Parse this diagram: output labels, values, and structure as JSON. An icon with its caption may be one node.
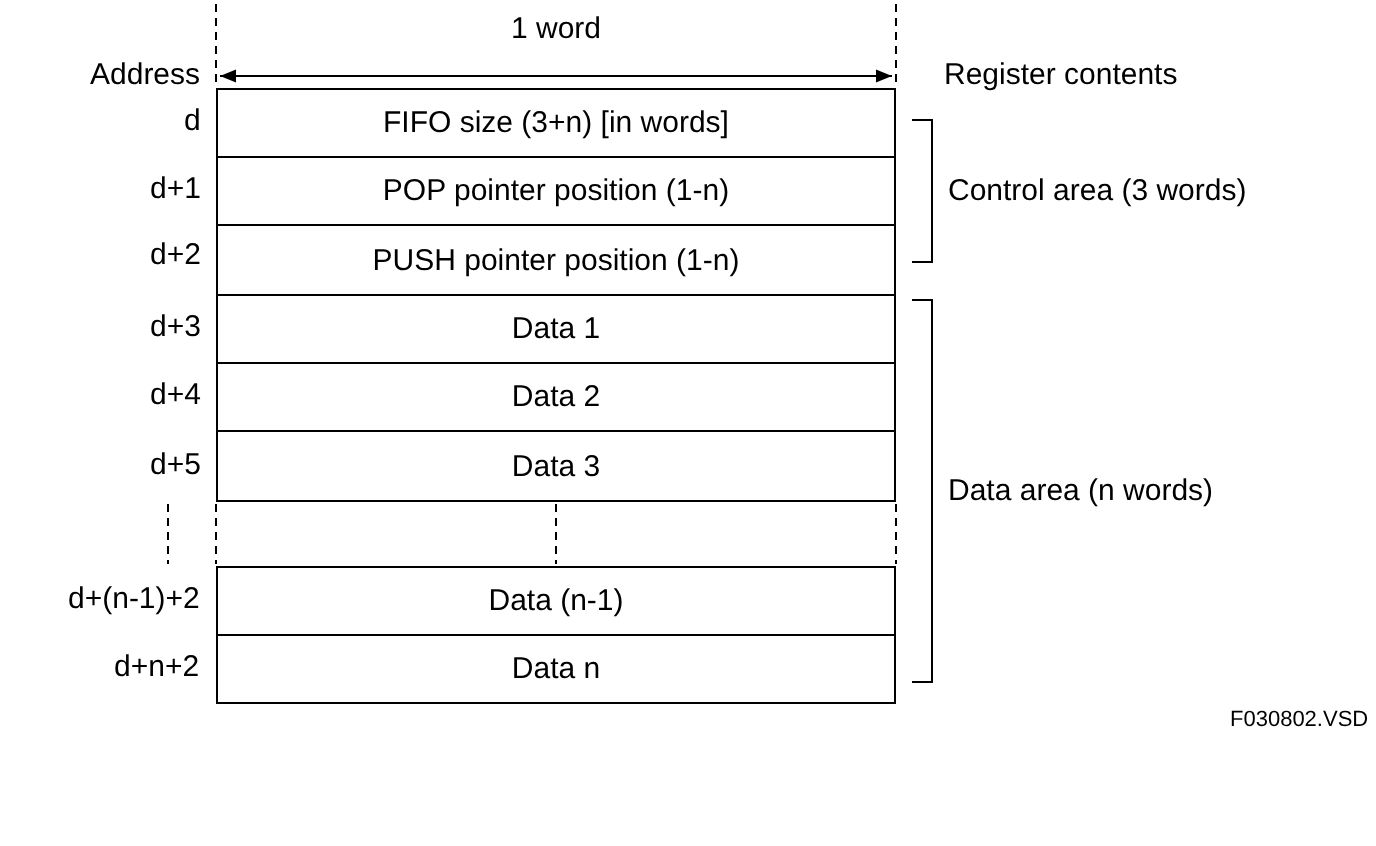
{
  "diagram": {
    "nodes": [
      {
        "text": [
          "FIFO size (3+n) [in words]"
        ]
      },
      {
        "text": [
          "POP pointer position (1-n)"
        ]
      },
      {
        "text": [
          "PUSH pointer position (1-n)"
        ]
      },
      {
        "text": [
          "Data 1"
        ]
      },
      {
        "text": [
          "Data 2"
        ]
      },
      {
        "text": [
          "Data 3"
        ]
      },
      {
        "text": [
          "Data (n-1)"
        ]
      },
      {
        "text": [
          "Data n"
        ]
      }
    ],
    "edges": [],
    "labels": [
      "1 word",
      "Address",
      "Register contents",
      "d",
      "d+1",
      "d+2",
      "d+3",
      "d+4",
      "d+5",
      "d+(n-1)+2",
      "d+n+2",
      "Control area (3 words)",
      "Data area (n words)",
      "F030802.VSD"
    ]
  }
}
